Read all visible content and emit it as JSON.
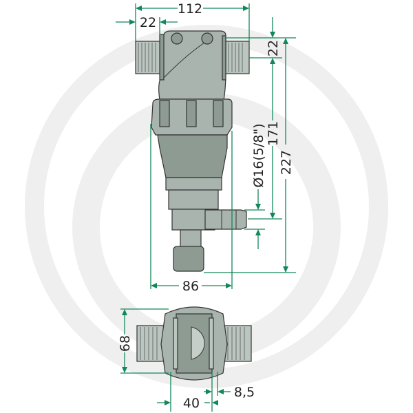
{
  "dimensions": {
    "overall_width": "112",
    "thread_length": "22",
    "thread_height": "22",
    "height_to_outlet": "171",
    "overall_height": "227",
    "outlet_diameter": "Ø16(5/8\")",
    "body_width": "86",
    "bottom_height": "68",
    "bottom_width": "40",
    "bottom_offset": "8,5"
  },
  "colors": {
    "dimension_line": "#12875a",
    "body": "#a8b4ad",
    "watermark": "#eeeeee"
  }
}
